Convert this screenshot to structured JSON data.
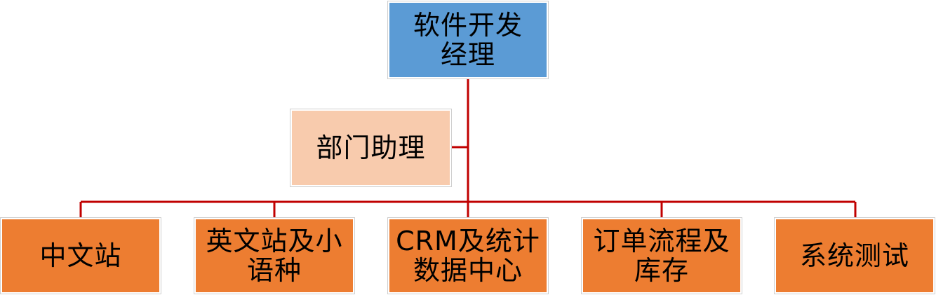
{
  "colors": {
    "manager_fill": "#5b9bd5",
    "assistant_fill": "#f8cbad",
    "team_fill": "#ed7d31",
    "connector": "#c00000"
  },
  "org_chart": {
    "manager": "软件开发经理",
    "assistant": "部门助理",
    "teams": [
      {
        "label": "中文站"
      },
      {
        "label": "英文站及小语种"
      },
      {
        "label": "CRM及统计数据中心"
      },
      {
        "label": "订单流程及库存"
      },
      {
        "label": "系统测试"
      }
    ]
  }
}
